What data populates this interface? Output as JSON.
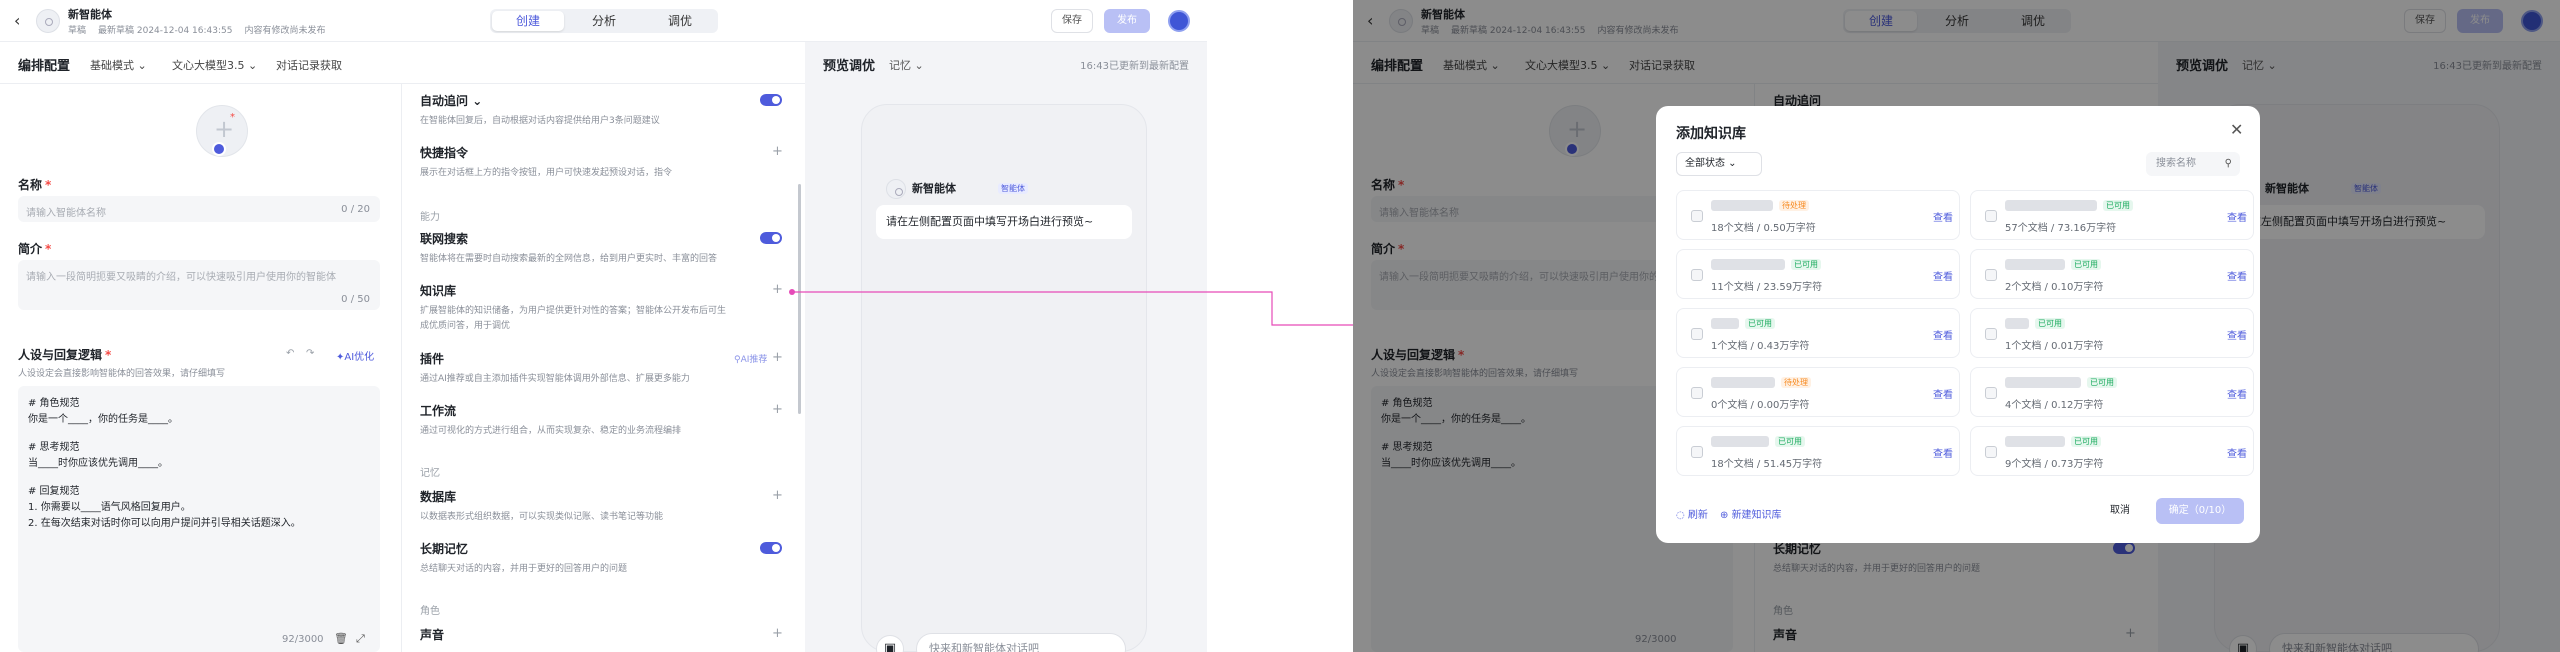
{
  "header": {
    "bot_name": "新智能体",
    "meta_draft": "草稿",
    "meta_saved": "最新草稿 2024-12-04 16:43:55",
    "meta_status": "内容有修改尚未发布",
    "tabs": [
      "创建",
      "分析",
      "调优"
    ],
    "save_label": "保存",
    "publish_label": "发布"
  },
  "config": {
    "title": "编排配置",
    "mode": "基础模式",
    "model": "文心大模型3.5",
    "history": "对话记录获取"
  },
  "form": {
    "name_label": "名称",
    "name_placeholder": "请输入智能体名称",
    "name_count": "0 / 20",
    "intro_label": "简介",
    "intro_placeholder": "请输入一段简明扼要又吸睛的介绍，可以快速吸引用户使用你的智能体",
    "intro_count": "0 / 50",
    "prompt_label": "人设与回复逻辑",
    "prompt_desc": "人设设定会直接影响智能体的回答效果，请仔细填写",
    "ai_optimize": "AI优化",
    "prompt_lines": [
      "# 角色规范",
      "你是一个____，你的任务是____。",
      "# 思考规范",
      "当____时你应该优先调用____。",
      "# 回复规范",
      "1. 你需要以____语气风格回复用户。",
      "2. 在每次结束对话时你可以向用户提问并引导相关话题深入。"
    ],
    "prompt_count": "92/3000"
  },
  "features": {
    "auto_ask": {
      "title": "自动追问",
      "desc": "在智能体回复后，自动根据对话内容提供给用户3条问题建议"
    },
    "shortcut": {
      "title": "快捷指令",
      "desc": "展示在对话框上方的指令按钮，用户可快速发起预设对话，指令"
    },
    "group_ability": "能力",
    "web_search": {
      "title": "联网搜索",
      "desc": "智能体将在需要时自动搜索最新的全网信息，给到用户更实时、丰富的回答"
    },
    "knowledge": {
      "title": "知识库",
      "desc1": "扩展智能体的知识储备，为用户提供更针对性的答案；智能体公开发布后可生",
      "desc2": "成优质问答，用于调优"
    },
    "plugin": {
      "title": "插件",
      "desc": "通过AI推荐或自主添加插件实现智能体调用外部信息、扩展更多能力",
      "ai_recommend": "AI推荐"
    },
    "workflow": {
      "title": "工作流",
      "desc": "通过可视化的方式进行组合，从而实现复杂、稳定的业务流程编排"
    },
    "group_memory": "记忆",
    "database": {
      "title": "数据库",
      "desc": "以数据表形式组织数据，可以实现类似记账、读书笔记等功能"
    },
    "long_memory": {
      "title": "长期记忆",
      "desc": "总结聊天对话的内容，并用于更好的回答用户的问题"
    },
    "group_role": "角色",
    "voice": {
      "title": "声音"
    }
  },
  "preview": {
    "title": "预览调优",
    "memory": "记忆",
    "updated": "16:43已更新到最新配置",
    "bot_name": "新智能体",
    "bot_tag": "智能体",
    "welcome": "请在左侧配置页面中填写开场白进行预览~",
    "chat_placeholder": "快来和新智能体对话吧"
  },
  "modal": {
    "title": "添加知识库",
    "filter": "全部状态",
    "search_placeholder": "搜索名称",
    "view_label": "查看",
    "status_wait": "待处理",
    "status_ok": "已可用",
    "items": [
      {
        "info": "18个文档 / 0.50万字符",
        "status": "wait"
      },
      {
        "info": "57个文档 / 73.16万字符",
        "status": "ok"
      },
      {
        "info": "11个文档 / 23.59万字符",
        "status": "ok"
      },
      {
        "info": "2个文档 / 0.10万字符",
        "status": "ok"
      },
      {
        "info": "1个文档 / 0.43万字符",
        "status": "ok"
      },
      {
        "info": "1个文档 / 0.01万字符",
        "status": "ok"
      },
      {
        "info": "0个文档 / 0.00万字符",
        "status": "wait"
      },
      {
        "info": "4个文档 / 0.12万字符",
        "status": "ok"
      },
      {
        "info": "18个文档 / 51.45万字符",
        "status": "ok"
      },
      {
        "info": "9个文档 / 0.73万字符",
        "status": "ok"
      }
    ],
    "refresh": "刷新",
    "new_kb": "新建知识库",
    "cancel": "取消",
    "confirm": "确定（0/10）"
  }
}
